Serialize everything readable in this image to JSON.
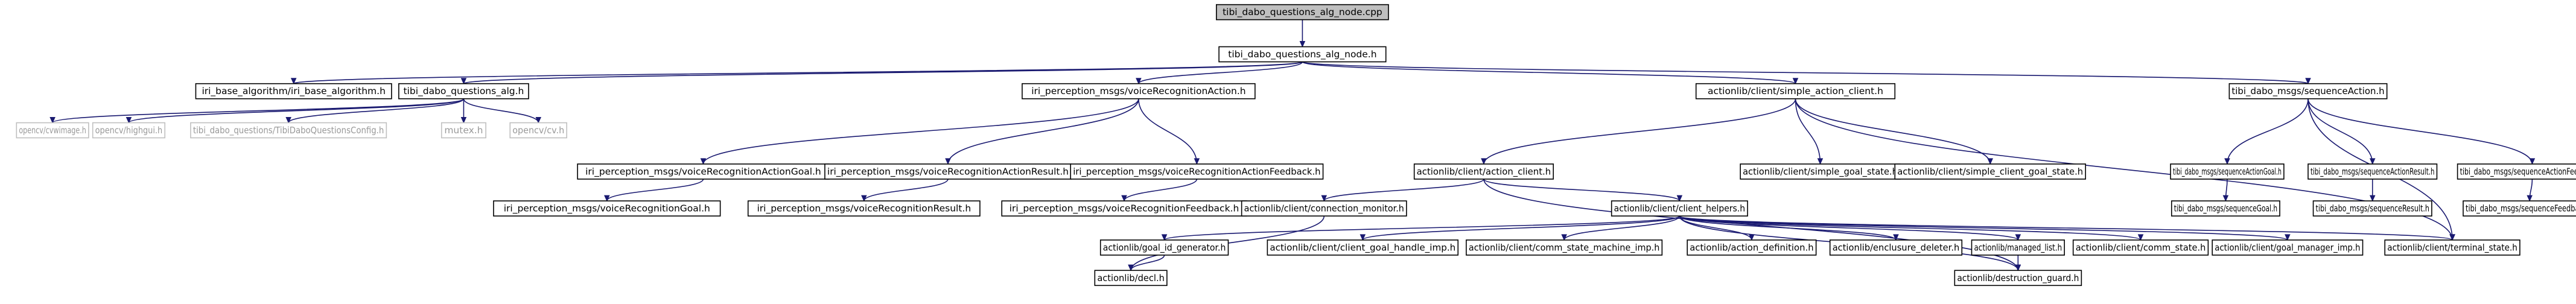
{
  "nodes": [
    {
      "id": "root",
      "label": "tibi_dabo_questions_alg_node.cpp",
      "kind": "root"
    },
    {
      "id": "node_h",
      "label": "tibi_dabo_questions_alg_node.h",
      "kind": "file"
    },
    {
      "id": "iri_base_algorithm",
      "label": "iri_base_algorithm/iri_base_algorithm.h",
      "kind": "file"
    },
    {
      "id": "alg_h",
      "label": "tibi_dabo_questions_alg.h",
      "kind": "file"
    },
    {
      "id": "cvwimage",
      "label": "opencv/cvwimage.h",
      "kind": "external"
    },
    {
      "id": "highgui",
      "label": "opencv/highgui.h",
      "kind": "external"
    },
    {
      "id": "config",
      "label": "tibi_dabo_questions/TibiDaboQuestionsConfig.h",
      "kind": "external"
    },
    {
      "id": "mutex",
      "label": "mutex.h",
      "kind": "external"
    },
    {
      "id": "cv",
      "label": "opencv/cv.h",
      "kind": "external"
    },
    {
      "id": "vr_action",
      "label": "iri_perception_msgs/voiceRecognitionAction.h",
      "kind": "file"
    },
    {
      "id": "vr_goal_action",
      "label": "iri_perception_msgs/voiceRecognitionActionGoal.h",
      "kind": "file"
    },
    {
      "id": "vr_result_action",
      "label": "iri_perception_msgs/voiceRecognitionActionResult.h",
      "kind": "file"
    },
    {
      "id": "vr_feedback_action",
      "label": "iri_perception_msgs/voiceRecognitionActionFeedback.h",
      "kind": "file"
    },
    {
      "id": "vr_goal",
      "label": "iri_perception_msgs/voiceRecognitionGoal.h",
      "kind": "file"
    },
    {
      "id": "vr_result",
      "label": "iri_perception_msgs/voiceRecognitionResult.h",
      "kind": "file"
    },
    {
      "id": "vr_feedback",
      "label": "iri_perception_msgs/voiceRecognitionFeedback.h",
      "kind": "file"
    },
    {
      "id": "simple_action_client",
      "label": "actionlib/client/simple_action_client.h",
      "kind": "file"
    },
    {
      "id": "action_client",
      "label": "actionlib/client/action_client.h",
      "kind": "file"
    },
    {
      "id": "simple_goal_state",
      "label": "actionlib/client/simple_goal_state.h",
      "kind": "file"
    },
    {
      "id": "simple_client_goal_state",
      "label": "actionlib/client/simple_client_goal_state.h",
      "kind": "file"
    },
    {
      "id": "connection_monitor",
      "label": "actionlib/client/connection_monitor.h",
      "kind": "file"
    },
    {
      "id": "client_helpers",
      "label": "actionlib/client/client_helpers.h",
      "kind": "file"
    },
    {
      "id": "seq_action",
      "label": "tibi_dabo_msgs/sequenceAction.h",
      "kind": "file"
    },
    {
      "id": "seq_goal_action",
      "label": "tibi_dabo_msgs/sequenceActionGoal.h",
      "kind": "file"
    },
    {
      "id": "seq_result_action",
      "label": "tibi_dabo_msgs/sequenceActionResult.h",
      "kind": "file"
    },
    {
      "id": "seq_feedback_action",
      "label": "tibi_dabo_msgs/sequenceActionFeedback.h",
      "kind": "file"
    },
    {
      "id": "seq_goal",
      "label": "tibi_dabo_msgs/sequenceGoal.h",
      "kind": "file"
    },
    {
      "id": "seq_result",
      "label": "tibi_dabo_msgs/sequenceResult.h",
      "kind": "file"
    },
    {
      "id": "seq_feedback",
      "label": "tibi_dabo_msgs/sequenceFeedback.h",
      "kind": "file"
    },
    {
      "id": "goal_id_generator",
      "label": "actionlib/goal_id_generator.h",
      "kind": "file"
    },
    {
      "id": "client_goal_handle_imp",
      "label": "actionlib/client/client_goal_handle_imp.h",
      "kind": "file"
    },
    {
      "id": "comm_state_machine_imp",
      "label": "actionlib/client/comm_state_machine_imp.h",
      "kind": "file"
    },
    {
      "id": "action_definition",
      "label": "actionlib/action_definition.h",
      "kind": "file"
    },
    {
      "id": "enclusure_deleter",
      "label": "actionlib/enclusure_deleter.h",
      "kind": "file"
    },
    {
      "id": "managed_list",
      "label": "actionlib/managed_list.h",
      "kind": "file"
    },
    {
      "id": "comm_state",
      "label": "actionlib/client/comm_state.h",
      "kind": "file"
    },
    {
      "id": "goal_manager_imp",
      "label": "actionlib/client/goal_manager_imp.h",
      "kind": "file"
    },
    {
      "id": "terminal_state",
      "label": "actionlib/client/terminal_state.h",
      "kind": "file"
    },
    {
      "id": "decl",
      "label": "actionlib/decl.h",
      "kind": "file"
    },
    {
      "id": "destruction_guard",
      "label": "actionlib/destruction_guard.h",
      "kind": "file"
    }
  ],
  "edges": [
    [
      "root",
      "node_h"
    ],
    [
      "node_h",
      "iri_base_algorithm"
    ],
    [
      "node_h",
      "alg_h"
    ],
    [
      "node_h",
      "vr_action"
    ],
    [
      "node_h",
      "simple_action_client"
    ],
    [
      "node_h",
      "seq_action"
    ],
    [
      "alg_h",
      "cvwimage"
    ],
    [
      "alg_h",
      "highgui"
    ],
    [
      "alg_h",
      "config"
    ],
    [
      "alg_h",
      "mutex"
    ],
    [
      "alg_h",
      "cv"
    ],
    [
      "vr_action",
      "vr_goal_action"
    ],
    [
      "vr_action",
      "vr_result_action"
    ],
    [
      "vr_action",
      "vr_feedback_action"
    ],
    [
      "vr_goal_action",
      "vr_goal"
    ],
    [
      "vr_result_action",
      "vr_result"
    ],
    [
      "vr_feedback_action",
      "vr_feedback"
    ],
    [
      "simple_action_client",
      "action_client"
    ],
    [
      "simple_action_client",
      "simple_goal_state"
    ],
    [
      "simple_action_client",
      "simple_client_goal_state"
    ],
    [
      "simple_action_client",
      "terminal_state"
    ],
    [
      "action_client",
      "connection_monitor"
    ],
    [
      "action_client",
      "client_helpers"
    ],
    [
      "action_client",
      "destruction_guard"
    ],
    [
      "connection_monitor",
      "decl"
    ],
    [
      "client_helpers",
      "goal_id_generator"
    ],
    [
      "client_helpers",
      "client_goal_handle_imp"
    ],
    [
      "client_helpers",
      "comm_state_machine_imp"
    ],
    [
      "client_helpers",
      "action_definition"
    ],
    [
      "client_helpers",
      "enclusure_deleter"
    ],
    [
      "client_helpers",
      "managed_list"
    ],
    [
      "client_helpers",
      "comm_state"
    ],
    [
      "client_helpers",
      "goal_manager_imp"
    ],
    [
      "client_helpers",
      "terminal_state"
    ],
    [
      "client_helpers",
      "destruction_guard"
    ],
    [
      "goal_id_generator",
      "decl"
    ],
    [
      "managed_list",
      "destruction_guard"
    ],
    [
      "seq_action",
      "seq_goal_action"
    ],
    [
      "seq_action",
      "seq_result_action"
    ],
    [
      "seq_action",
      "seq_feedback_action"
    ],
    [
      "seq_action",
      "terminal_state"
    ],
    [
      "seq_goal_action",
      "seq_goal"
    ],
    [
      "seq_result_action",
      "seq_result"
    ],
    [
      "seq_feedback_action",
      "seq_feedback"
    ]
  ],
  "colors": {
    "edge": "#191970",
    "node_border": "#000000",
    "external_border": "#bfbfbf",
    "external_text": "#999999",
    "root_fill": "#bfbfbf"
  }
}
